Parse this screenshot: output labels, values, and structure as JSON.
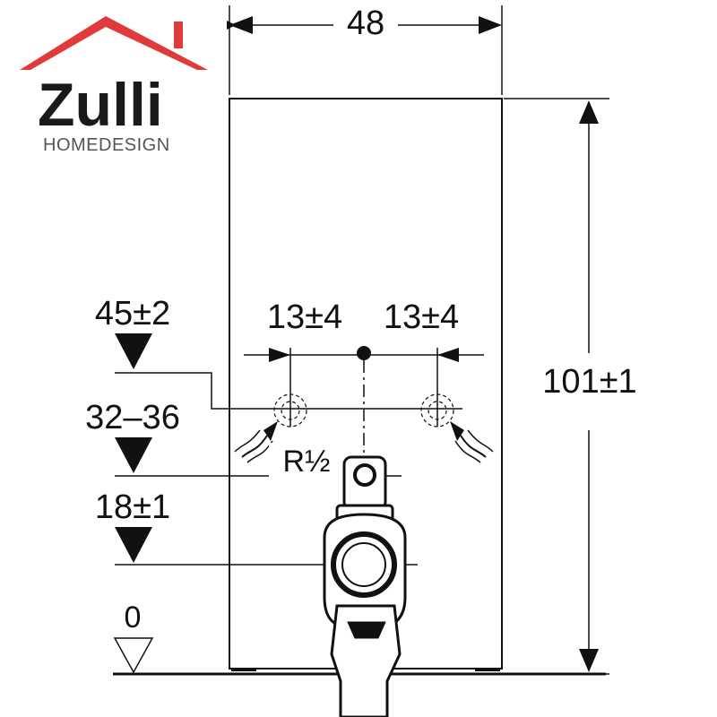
{
  "brand": {
    "name": "Zulli",
    "tagline": "HOMEDESIGN",
    "roof_color": "#e03a3a",
    "text_color": "#1a1a1a",
    "tagline_color": "#555555"
  },
  "dimensions": {
    "width_top": "48",
    "height_right": "101±1",
    "spacing_left": "13±4",
    "spacing_right": "13±4",
    "thread": "R½"
  },
  "levels": [
    {
      "label": "45±2"
    },
    {
      "label": "32–36"
    },
    {
      "label": "18±1"
    },
    {
      "label": "0"
    }
  ],
  "line_color": "#111111"
}
